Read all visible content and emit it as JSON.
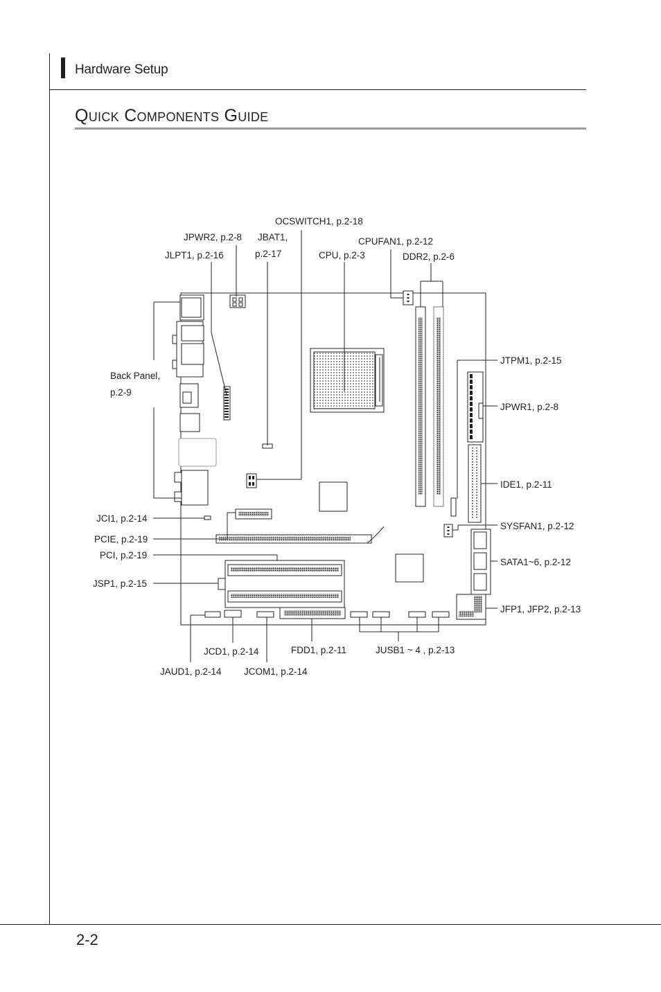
{
  "header": {
    "title": "Hardware Setup"
  },
  "section": {
    "title": "Quick Components Guide"
  },
  "footer": {
    "page_number": "2-2"
  },
  "callouts": {
    "ocswitch1": "OCSWITCH1, p.2-18",
    "jpwr2": "JPWR2, p.2-8",
    "jbat1_a": "JBAT1,",
    "jbat1_b": "p.2-17",
    "cpufan1": "CPUFAN1, p.2-12",
    "jlpt1": "JLPT1, p.2-16",
    "cpu": "CPU, p.2-3",
    "ddr2": "DDR2, p.2-6",
    "jtpm1": "JTPM1, p.2-15",
    "back_panel_a": "Back Panel,",
    "back_panel_b": "p.2-9",
    "jpwr1": "JPWR1, p.2-8",
    "ide1": "IDE1, p.2-11",
    "jci1": "JCI1, p.2-14",
    "sysfan1": "SYSFAN1, p.2-12",
    "pcie": "PCIE, p.2-19",
    "pci": "PCI, p.2-19",
    "sata": "SATA1~6, p.2-12",
    "jsp1": "JSP1, p.2-15",
    "jfp": "JFP1, JFP2, p.2-13",
    "jcd1": "JCD1, p.2-14",
    "fdd1": "FDD1, p.2-11",
    "jusb": "JUSB1 ~ 4 , p.2-13",
    "jaud1": "JAUD1, p.2-14",
    "jcom1": "JCOM1, p.2-14"
  }
}
